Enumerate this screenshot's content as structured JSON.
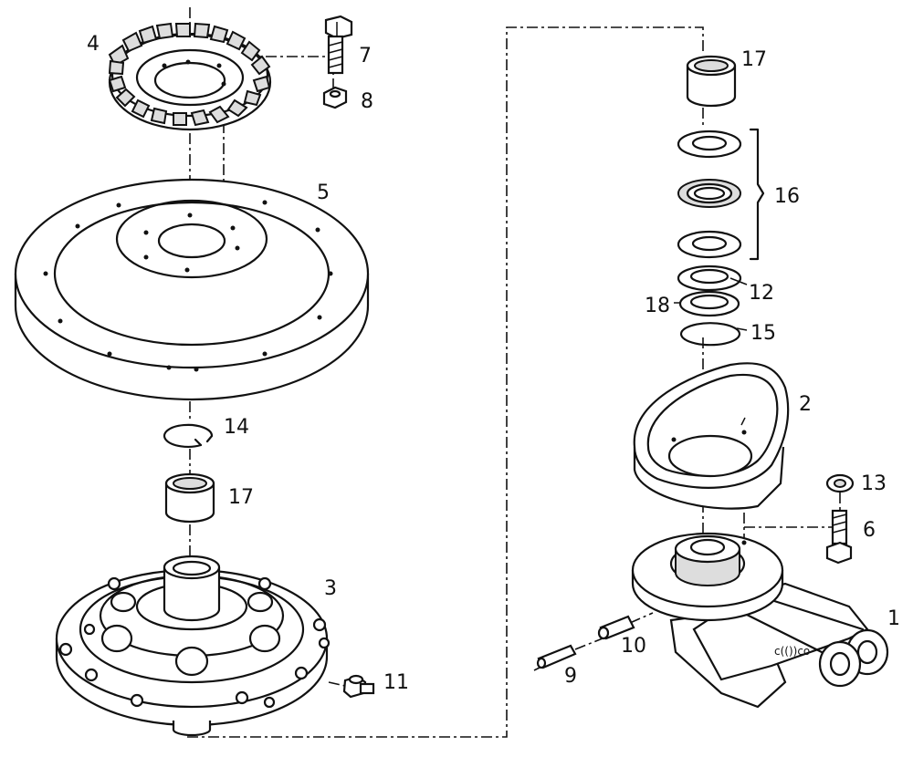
{
  "labels": {
    "p1": "1",
    "p2": "2",
    "p3": "3",
    "p4": "4",
    "p5": "5",
    "p6": "6",
    "p7": "7",
    "p8": "8",
    "p9": "9",
    "p10": "10",
    "p11": "11",
    "p12": "12",
    "p13": "13",
    "p14": "14",
    "p15": "15",
    "p16": "16",
    "p17a": "17",
    "p17b": "17",
    "p18": "18"
  }
}
